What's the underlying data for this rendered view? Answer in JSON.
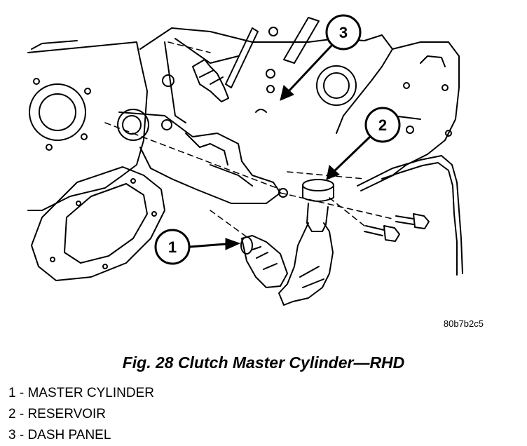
{
  "figure": {
    "callouts": [
      {
        "number": "1"
      },
      {
        "number": "2"
      },
      {
        "number": "3"
      }
    ],
    "image_code": "80b7b2c5",
    "caption": "Fig. 28 Clutch Master Cylinder—RHD"
  },
  "legend": [
    {
      "text": "1 - MASTER CYLINDER"
    },
    {
      "text": "2 - RESERVOIR"
    },
    {
      "text": "3 - DASH PANEL"
    }
  ]
}
